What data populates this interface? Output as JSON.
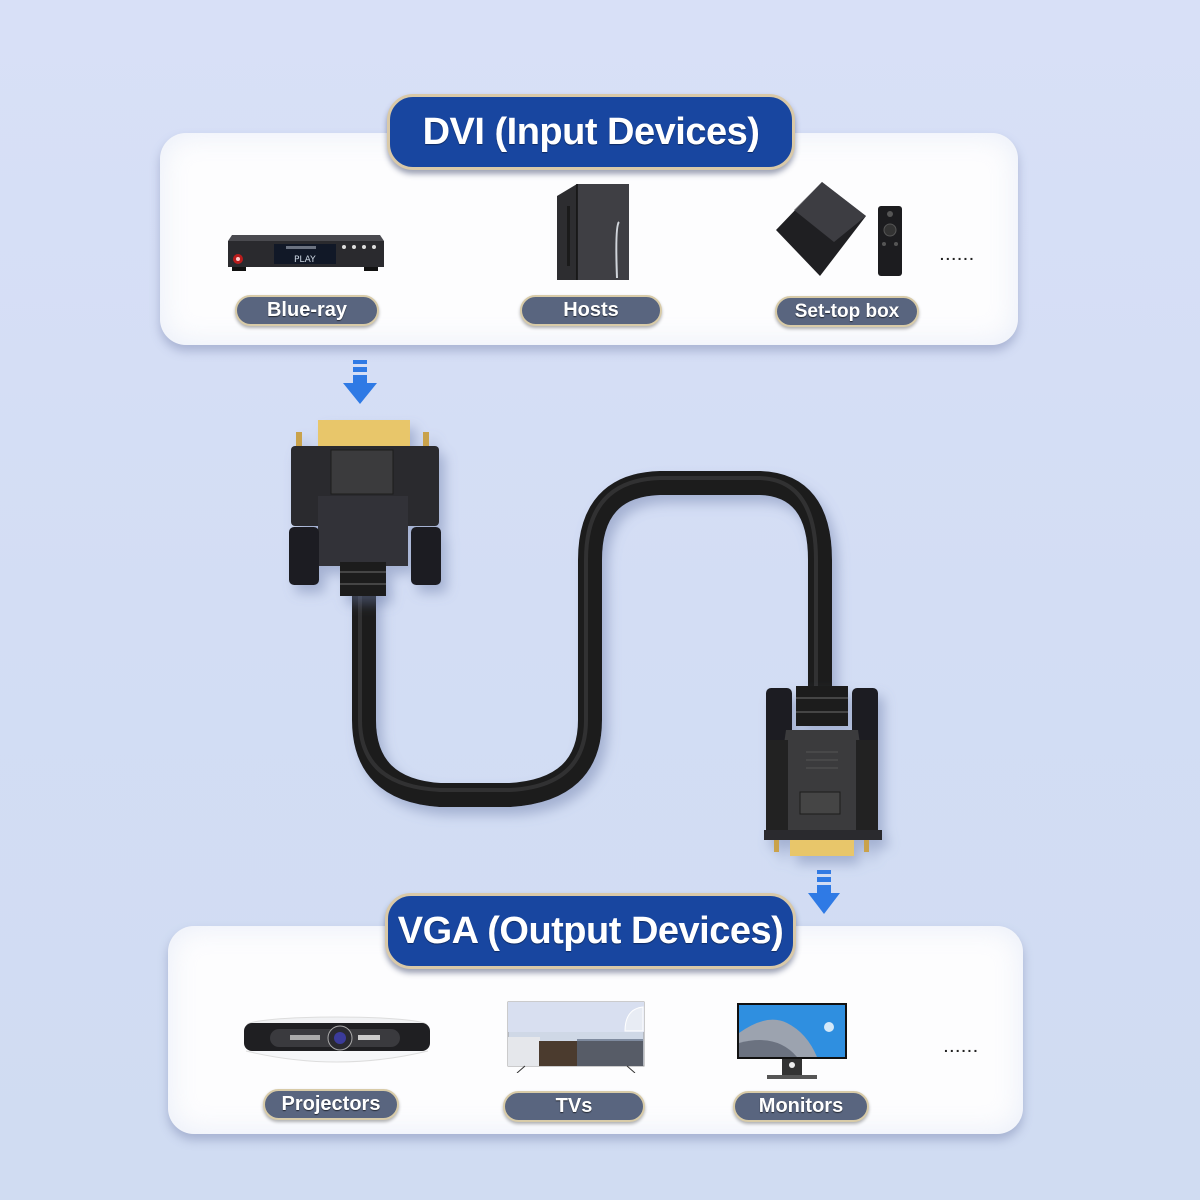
{
  "input_section": {
    "title": "DVI (Input Devices)",
    "devices": [
      {
        "label": "Blue-ray",
        "icon": "blu-ray-player-icon"
      },
      {
        "label": "Hosts",
        "icon": "pc-tower-icon"
      },
      {
        "label": "Set-top box",
        "icon": "set-top-box-icon"
      }
    ],
    "more": "......"
  },
  "output_section": {
    "title": "VGA (Output Devices)",
    "devices": [
      {
        "label": "Projectors",
        "icon": "projector-icon"
      },
      {
        "label": "TVs",
        "icon": "tv-icon"
      },
      {
        "label": "Monitors",
        "icon": "monitor-icon"
      }
    ],
    "more": "......"
  },
  "cable": {
    "input_connector": "DVI",
    "output_connector": "VGA",
    "direction": "input-to-output"
  },
  "colors": {
    "background": "#d6dff5",
    "title_pill": "#1846a0",
    "label_pill": "#59657f",
    "arrow": "#2f7ae5",
    "cable": "#1c1c1c",
    "gold_pins": "#e8c66a"
  },
  "player_display_text": "PLAY"
}
